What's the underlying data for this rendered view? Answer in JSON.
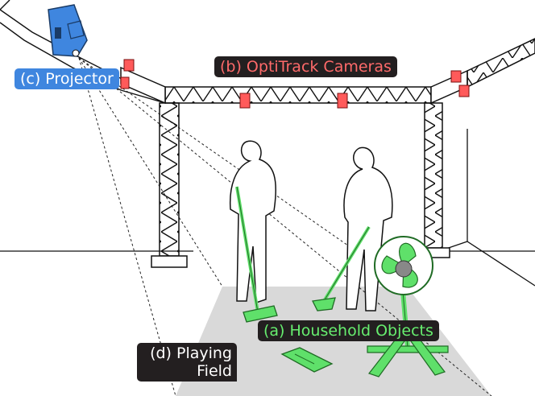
{
  "labels": {
    "projector": "(c) Projector",
    "cameras": "(b) OptiTrack Cameras",
    "objects": "(a) Household Objects",
    "field_line1": "(d) Playing",
    "field_line2": "Field"
  },
  "colors": {
    "projector_blue": "#3f86df",
    "camera_red": "#ff5a5a",
    "object_green": "#5fe06a",
    "label_bg": "#231f20",
    "floor_gray": "#d9d9d9"
  }
}
